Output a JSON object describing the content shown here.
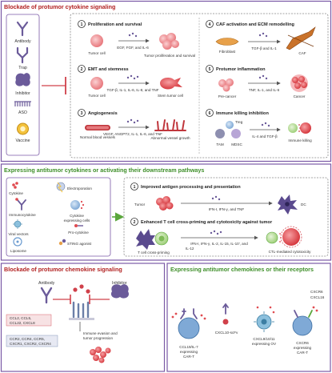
{
  "colors": {
    "purple": "#7b5aa6",
    "green": "#5aa63c",
    "red": "#b22222",
    "cell_pink": "#f2a2a6",
    "cell_red": "#e04b50",
    "receptor_purple": "#6b5b9a"
  },
  "panel1": {
    "title": "Blockade of protumor cytokine signaling",
    "agents": [
      "Antibody",
      "Trap",
      "Inhibitor",
      "ASO",
      "Vaccine"
    ],
    "items": [
      {
        "num": "1",
        "title": "Proliferation and survival",
        "left": "Tumor cell",
        "factors": "EGF, FGF, and IL-6",
        "right": "Tumor proliferation and survival"
      },
      {
        "num": "2",
        "title": "EMT and stemness",
        "left": "Tumor cell",
        "factors": "TGF-β, IL-1, IL-6, IL-8, and TNF",
        "right": "Stem tumor cell"
      },
      {
        "num": "3",
        "title": "Angiogenesis",
        "left": "Normal blood vessels",
        "factors": "VEGF, ANGPT2, IL-1, IL-6, and TNF",
        "right": "Abnormal vessel growth"
      },
      {
        "num": "4",
        "title": "CAF activation and ECM remodelling",
        "left": "Fibroblast",
        "factors": "TGF-β and IL-1",
        "right": "CAF"
      },
      {
        "num": "5",
        "title": "Protumor inflammation",
        "left": "Pre-cancer",
        "factors": "TNF, IL-1, and IL-6",
        "right": "Cancer"
      },
      {
        "num": "6",
        "title": "Immune killing inhibition",
        "left_a": "TAM",
        "left_b": "MDSC",
        "left_c": "Treg",
        "factors": "IL-4 and TGF-β",
        "right": "Immune killing"
      }
    ]
  },
  "panel2": {
    "title": "Expressing antitumor cytokines or activating their downstream pathways",
    "agents": [
      "Cytokine",
      "Immunocytokine",
      "Electroporation",
      "Cytokine expressing cells",
      "Viral vectors",
      "Pro-cytokine",
      "Liposome",
      "STING agonist"
    ],
    "item1": {
      "num": "1",
      "title": "Improved antigen processing and presentation",
      "left": "Tumor",
      "factors": "IFN-I, IFN-γ, and TNF",
      "right": "DC"
    },
    "item2": {
      "num": "2",
      "title": "Enhanced T cell cross-priming and cytotoxicity against tumor",
      "left": "T cell cross-priming",
      "factors": "IFN-I, IFN-γ, IL-2, IL-15, IL-10', and IL-12",
      "right": "CTL-mediated cytotoxicity"
    }
  },
  "panel3": {
    "title": "Blockade of protumor chemokine signaling",
    "antibody": "Antibody",
    "inhibitor": "Inhibitor",
    "ligands": "CCL2, CCL5, CCL22, CXCL8",
    "receptors": "CCR2, CCR4, CCR5, CXCR1, CXCR2, CXCR4",
    "outcome": "Immune evasion and tumor progression"
  },
  "panel4": {
    "title": "Expressing antitumor chemokines or their receptors",
    "items": [
      "CCL19/IL-7 expressing CAR-T",
      "CXCL10-scFv",
      "CXCL9/10/11 expressing OV",
      "CXCR6 expressing CAR-T"
    ],
    "tags": [
      "CXCR6",
      "CXCL16"
    ]
  }
}
